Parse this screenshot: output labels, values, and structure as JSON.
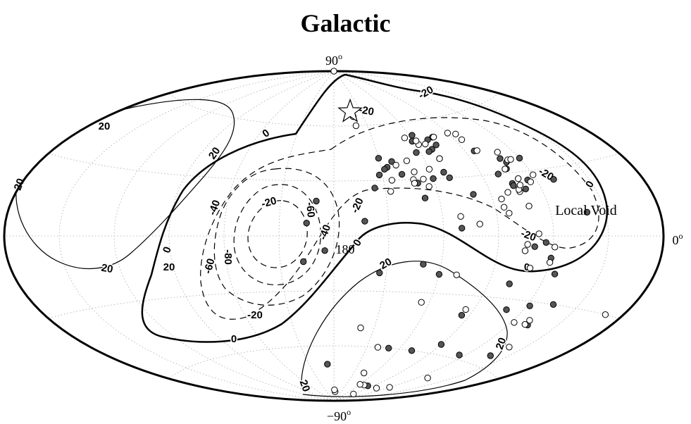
{
  "chart_data": {
    "type": "scatter",
    "title": "Galactic",
    "projection": "aitoff",
    "axis_labels": {
      "north": "90",
      "south": "−90",
      "east": "0",
      "degree": "o",
      "center": "180"
    },
    "annotation": "Local Void",
    "contour_levels": [
      {
        "label": "20",
        "style": "thin"
      },
      {
        "label": "0",
        "style": "thick"
      },
      {
        "label": "-20",
        "style": "dashed"
      },
      {
        "label": "-40",
        "style": "dashed"
      },
      {
        "label": "-60",
        "style": "dashed"
      },
      {
        "label": "-80",
        "style": "dashed"
      }
    ],
    "contour_labels": [
      "20",
      "20",
      "20",
      "20",
      "20",
      "20",
      "20",
      "20",
      "0",
      "0",
      "0",
      "0",
      "0",
      "0",
      "-20",
      "-20",
      "-20",
      "-20",
      "-20",
      "-20",
      "-40",
      "-40",
      "-60",
      "-60",
      "-80",
      "-20"
    ],
    "marker": "star",
    "grid": true,
    "series": [
      {
        "style": "filled",
        "color": "#555555",
        "points": [
          [
            150,
            42
          ],
          [
            142,
            40
          ],
          [
            146,
            37
          ],
          [
            148,
            36
          ],
          [
            138,
            33
          ],
          [
            120,
            30
          ],
          [
            130,
            28
          ],
          [
            152,
            33
          ],
          [
            156,
            26
          ],
          [
            128,
            20
          ],
          [
            104,
            51
          ],
          [
            109,
            50
          ],
          [
            111,
            45
          ],
          [
            114,
            44
          ],
          [
            123,
            44
          ],
          [
            106,
            47
          ],
          [
            110,
            40
          ],
          [
            112,
            33
          ],
          [
            100,
            21
          ],
          [
            110,
            30
          ],
          [
            154,
            -20
          ],
          [
            120,
            -20
          ],
          [
            130,
            -15
          ],
          [
            70,
            -35
          ],
          [
            65,
            -58
          ],
          [
            95,
            -40
          ],
          [
            45,
            -30
          ],
          [
            60,
            -10
          ],
          [
            100,
            -80
          ],
          [
            108,
            -60
          ],
          [
            163,
            8
          ],
          [
            185,
            -8
          ],
          [
            130,
            -60
          ],
          [
            190,
            19
          ],
          [
            195,
            7
          ],
          [
            197,
            -14
          ],
          [
            188,
            -70
          ],
          [
            70,
            35
          ],
          [
            72,
            37
          ],
          [
            75,
            25
          ],
          [
            75,
            24
          ],
          [
            65,
            26
          ],
          [
            70,
            -5
          ],
          [
            58,
            -32
          ],
          [
            73,
            32
          ],
          [
            69,
            22
          ],
          [
            50,
            25
          ],
          [
            64,
            -3
          ],
          [
            48,
            -40
          ],
          [
            42,
            -55
          ],
          [
            110,
            4
          ],
          [
            80,
            30
          ],
          [
            84,
            42
          ],
          [
            118,
            53
          ],
          [
            121,
            50
          ],
          [
            60,
            36
          ],
          [
            40,
            10
          ],
          [
            55,
            -17
          ],
          [
            90,
            -55
          ],
          [
            78,
            -23
          ]
        ]
      },
      {
        "style": "open",
        "color": "#ffffff",
        "points": [
          [
            180,
            90
          ],
          [
            160,
            60
          ],
          [
            160,
            65
          ],
          [
            147,
            24
          ],
          [
            145,
            30
          ],
          [
            132,
            40
          ],
          [
            130,
            34
          ],
          [
            132,
            30
          ],
          [
            126,
            30
          ],
          [
            124,
            26
          ],
          [
            110,
            40
          ],
          [
            118,
            48
          ],
          [
            113,
            48
          ],
          [
            118,
            50
          ],
          [
            125,
            52
          ],
          [
            103,
            51
          ],
          [
            85,
            48
          ],
          [
            82,
            42
          ],
          [
            85,
            51
          ],
          [
            90,
            52
          ],
          [
            125,
            -35
          ],
          [
            110,
            -20
          ],
          [
            95,
            -37
          ],
          [
            140,
            -60
          ],
          [
            160,
            -50
          ],
          [
            110,
            -80
          ],
          [
            90,
            -85
          ],
          [
            75,
            -80
          ],
          [
            60,
            -78
          ],
          [
            50,
            -70
          ],
          [
            70,
            -15
          ],
          [
            58,
            -40
          ],
          [
            50,
            -38
          ],
          [
            50,
            -40
          ],
          [
            40,
            -50
          ],
          [
            60,
            -12
          ],
          [
            70,
            27
          ],
          [
            68,
            36
          ],
          [
            74,
            32
          ],
          [
            70,
            40
          ],
          [
            10,
            -30
          ],
          [
            80,
            21
          ],
          [
            85,
            18
          ],
          [
            85,
            14
          ],
          [
            64,
            25
          ],
          [
            60,
            28
          ],
          [
            73,
            21
          ],
          [
            73,
            22
          ],
          [
            68,
            1
          ],
          [
            83,
            11
          ],
          [
            120,
            35
          ],
          [
            140,
            38
          ],
          [
            110,
            10
          ],
          [
            100,
            6
          ],
          [
            132,
            28
          ],
          [
            66,
            36
          ],
          [
            71,
            24
          ],
          [
            71,
            14
          ],
          [
            120,
            -80
          ],
          [
            175,
            -85
          ],
          [
            178,
            -84
          ],
          [
            135,
            -74
          ],
          [
            74,
            -4
          ],
          [
            75,
            -7
          ],
          [
            59,
            -5
          ]
        ]
      }
    ]
  }
}
